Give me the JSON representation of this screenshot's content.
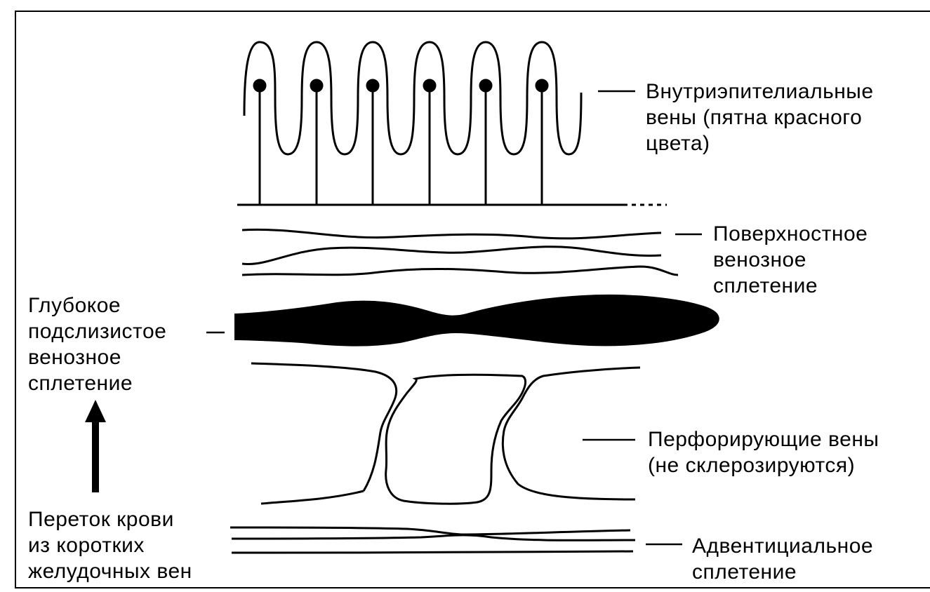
{
  "labels": {
    "intraepithelial": [
      "Внутриэпителиальные",
      "вены (пятна красного",
      "цвета)"
    ],
    "superficial": [
      "Поверхностное",
      "венозное",
      "сплетение"
    ],
    "deep": [
      "Глубокое",
      "подслизистое",
      "венозное",
      "сплетение"
    ],
    "perforating": [
      "Перфорирующие вены",
      "(не склерозируются)"
    ],
    "adventitial": [
      "Адвентициальное",
      "сплетение"
    ],
    "inflow": [
      "Переток крови",
      "из коротких",
      "желудочных вен"
    ]
  },
  "colors": {
    "ink": "#000000",
    "background": "#ffffff"
  }
}
